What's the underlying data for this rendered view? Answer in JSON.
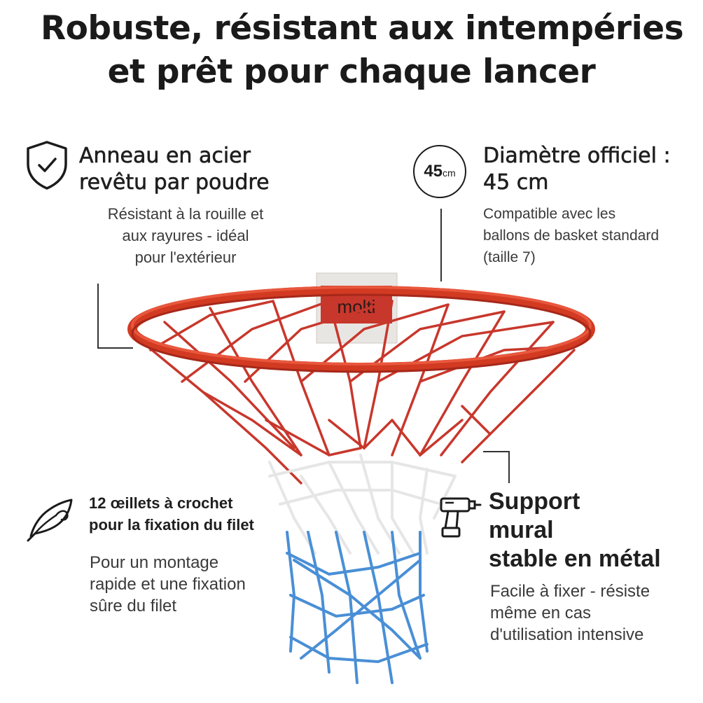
{
  "header": {
    "title_line1": "Robuste, résistant aux intempéries",
    "title_line2": "et prêt pour chaque lancer"
  },
  "features": {
    "ring": {
      "icon": "shield-check-icon",
      "title": [
        "Anneau en acier",
        "revêtu par poudre"
      ],
      "desc": [
        "Résistant à la rouille et",
        "aux rayures - idéal",
        "pour l'extérieur"
      ]
    },
    "diameter": {
      "icon": "diameter-badge-icon",
      "badge_number": "45",
      "badge_unit": "cm",
      "title": [
        "Diamètre officiel :",
        "45 cm"
      ],
      "desc": [
        "Compatible avec les",
        "ballons de basket standard",
        "(taille 7)"
      ]
    },
    "hooks": {
      "icon": "leaf-hook-icon",
      "title": [
        "12 œillets à crochet",
        "pour la fixation du filet"
      ],
      "desc": [
        "Pour un montage",
        "rapide et une fixation",
        "sûre du filet"
      ]
    },
    "mount": {
      "icon": "drill-icon",
      "title": [
        "Support",
        "mural",
        "stable en métal"
      ],
      "desc": [
        "Facile à fixer - résiste",
        "même en cas",
        "d'utilisation intensive"
      ]
    }
  },
  "product": {
    "brand": "molti",
    "colors": {
      "rim": "#d23a22",
      "net_red": "#c8372c",
      "net_white": "#f2f2f2",
      "net_blue": "#4a8fd6",
      "bracket": "#e8e6e3"
    }
  }
}
